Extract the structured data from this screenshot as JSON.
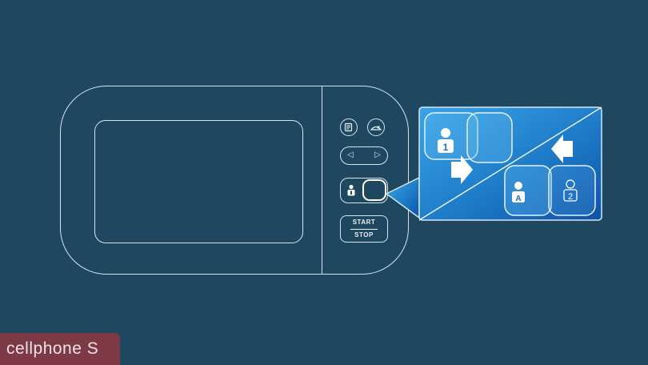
{
  "panel": {
    "start_label": "START",
    "stop_label": "STOP"
  },
  "callout": {
    "profile_1": "1",
    "profile_a": "A",
    "profile_2": "2"
  },
  "watermark": {
    "brand": "cellphone S"
  },
  "colors": {
    "background": "#1f4860",
    "outline": "#d6e6ee",
    "callout_blue": "#1f78c8",
    "watermark_bg": "#7d3a46"
  }
}
